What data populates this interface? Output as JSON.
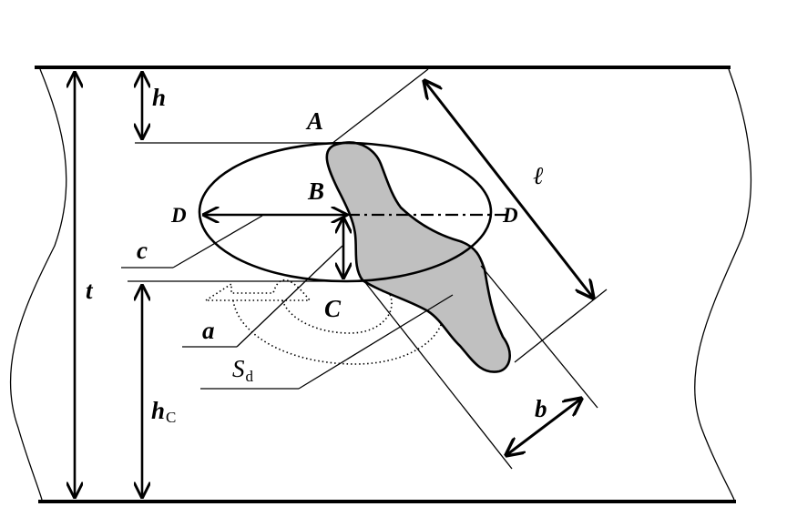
{
  "labels": {
    "A": "A",
    "B": "B",
    "C": "C",
    "D_left": "D",
    "D_right": "D",
    "h": "h",
    "t": "t",
    "c": "c",
    "a": "a",
    "b": "b",
    "l": "ℓ",
    "S": "S",
    "S_sub": "d",
    "hC": "h",
    "hC_sub": "C"
  },
  "colors": {
    "line": "#000000",
    "defect_fill": "#c0c0c0"
  }
}
